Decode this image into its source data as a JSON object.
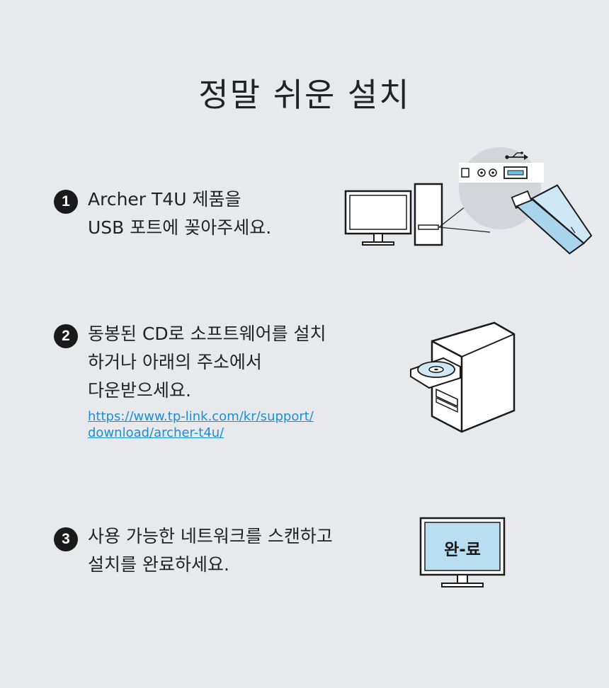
{
  "page": {
    "title": "정말 쉬운 설치",
    "background": "#e7e9ed",
    "accent_link_color": "#1a8fd6"
  },
  "steps": [
    {
      "number": "1",
      "lines": [
        "Archer T4U 제품을",
        "USB 포트에 꽂아주세요."
      ],
      "illustration": "pc-usb-adapter-icon"
    },
    {
      "number": "2",
      "lines": [
        "동봉된 CD로 소프트웨어를 설치",
        "하거나 아래의 주소에서",
        "다운받으세요."
      ],
      "link_lines": [
        "https://www.tp-link.com/kr/support/",
        "download/archer-t4u/"
      ],
      "illustration": "cd-tower-icon"
    },
    {
      "number": "3",
      "lines": [
        "사용 가능한 네트워크를 스캔하고",
        "설치를 완료하세요."
      ],
      "illustration": "monitor-complete-icon",
      "screen_text": "완-료"
    }
  ]
}
